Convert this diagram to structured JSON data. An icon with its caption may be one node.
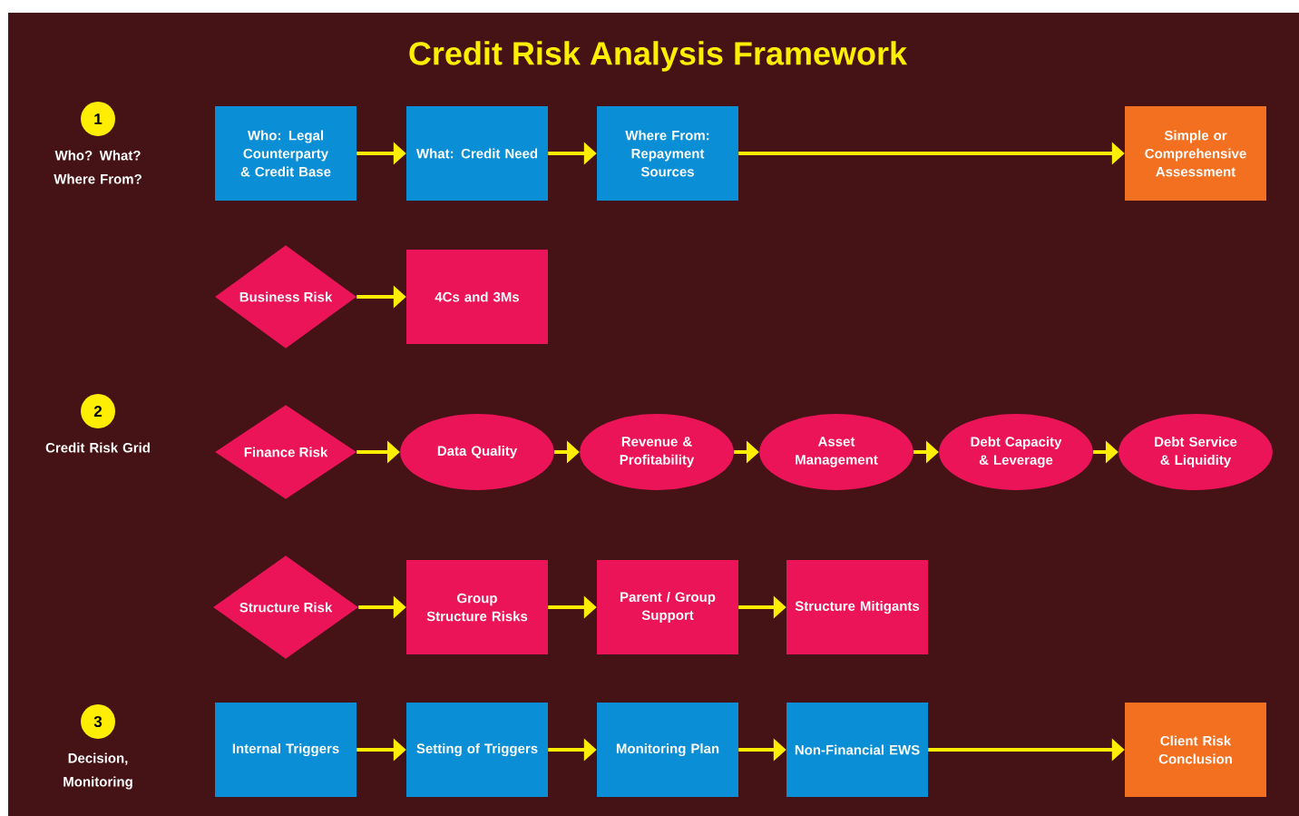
{
  "diagram": {
    "title": "Credit Risk Analysis Framework",
    "nodes": [
      {
        "text": [
          "1"
        ],
        "beside": [
          "Who? What? Where From?"
        ]
      },
      {
        "text": [
          "Who: Legal Counterparty & Credit Base"
        ]
      },
      {
        "text": [
          "What: Credit Need"
        ]
      },
      {
        "text": [
          "Where From: Repayment Sources"
        ]
      },
      {
        "text": [
          "Simple or Comprehensive Assessment"
        ]
      },
      {
        "text": [
          "Business Risk"
        ]
      },
      {
        "text": [
          "4Cs and 3Ms"
        ]
      },
      {
        "text": [
          "2"
        ],
        "beside": [
          "Credit Risk Grid"
        ]
      },
      {
        "text": [
          "Finance Risk"
        ]
      },
      {
        "text": [
          "Data Quality"
        ]
      },
      {
        "text": [
          "Revenue & Profitability"
        ]
      },
      {
        "text": [
          "Asset Management"
        ]
      },
      {
        "text": [
          "Debt Capacity & Leverage"
        ]
      },
      {
        "text": [
          "Debt Service & Liquidity"
        ]
      },
      {
        "text": [
          "Structure Risk"
        ]
      },
      {
        "text": [
          "Group Structure Risks"
        ]
      },
      {
        "text": [
          "Parent / Group Support"
        ]
      },
      {
        "text": [
          "Structure Mitigants"
        ]
      },
      {
        "text": [
          "3"
        ],
        "beside": [
          "Decision, Monitoring"
        ]
      },
      {
        "text": [
          "Internal Triggers"
        ]
      },
      {
        "text": [
          "Setting of Triggers"
        ]
      },
      {
        "text": [
          "Monitoring Plan"
        ]
      },
      {
        "text": [
          "Non-Financial EWS"
        ]
      },
      {
        "text": [
          "Client Risk Conclusion"
        ]
      }
    ],
    "edges": [
      {
        "from": 1,
        "to": 2,
        "arrow": "to"
      },
      {
        "from": 2,
        "to": 3,
        "arrow": "to"
      },
      {
        "from": 3,
        "to": 4,
        "arrow": "to"
      },
      {
        "from": 5,
        "to": 6,
        "arrow": "to"
      },
      {
        "from": 8,
        "to": 9,
        "arrow": "to"
      },
      {
        "from": 9,
        "to": 10,
        "arrow": "to"
      },
      {
        "from": 10,
        "to": 11,
        "arrow": "to"
      },
      {
        "from": 11,
        "to": 12,
        "arrow": "to"
      },
      {
        "from": 12,
        "to": 13,
        "arrow": "to"
      },
      {
        "from": 14,
        "to": 15,
        "arrow": "to"
      },
      {
        "from": 15,
        "to": 16,
        "arrow": "to"
      },
      {
        "from": 16,
        "to": 17,
        "arrow": "to"
      },
      {
        "from": 19,
        "to": 20,
        "arrow": "to"
      },
      {
        "from": 20,
        "to": 21,
        "arrow": "to"
      },
      {
        "from": 21,
        "to": 22,
        "arrow": "to"
      },
      {
        "from": 22,
        "to": 23,
        "arrow": "to"
      }
    ]
  }
}
